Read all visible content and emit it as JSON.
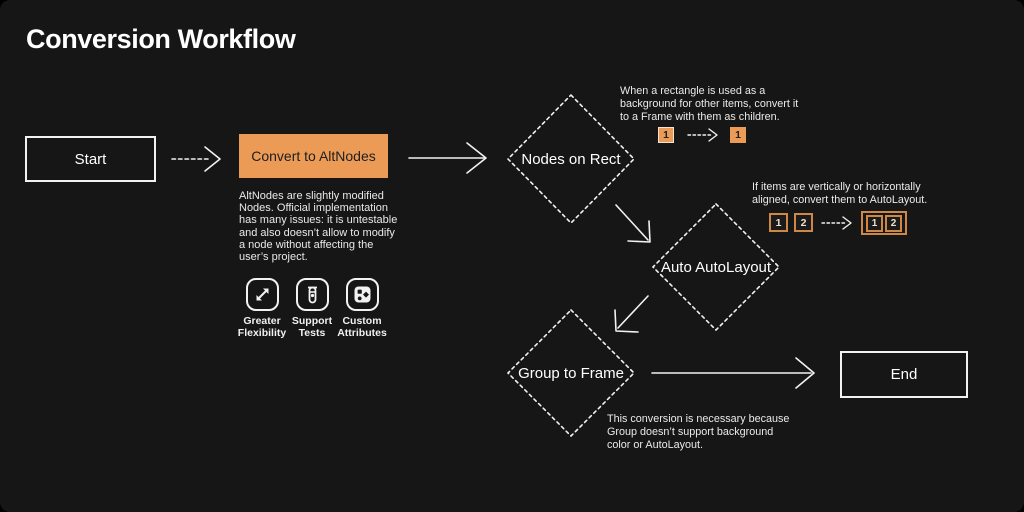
{
  "title": "Conversion Workflow",
  "colors": {
    "background": "#161616",
    "accent_orange": "#EC9B57",
    "line_white": "#F2F2F2",
    "dark_text": "#1E1E1E",
    "square_border_orange": "#CE8745"
  },
  "flow": {
    "start": {
      "label": "Start"
    },
    "convert": {
      "label": "Convert to AltNodes",
      "description": "AltNodes are slightly modified Nodes. Official implementation has many issues: it is untestable and also doesn’t allow to modify a node without affecting the user’s project.",
      "features": [
        {
          "icon": "expand-arrows-icon",
          "label": "Greater Flexibility"
        },
        {
          "icon": "test-tube-icon",
          "label": "Support Tests"
        },
        {
          "icon": "custom-attributes-icon",
          "label": "Custom Attributes"
        }
      ]
    },
    "nodes_on_rect": {
      "label": "Nodes on Rect",
      "note": "When a rectangle is used as a background for other items, convert it to a Frame with them as children.",
      "example": {
        "before": "1",
        "after": "1"
      }
    },
    "auto_autolayout": {
      "label": "Auto AutoLayout",
      "note": "If items are vertically or horizontally aligned, convert them to AutoLayout.",
      "example": {
        "before": [
          "1",
          "2"
        ],
        "after": [
          "1",
          "2"
        ]
      }
    },
    "group_to_frame": {
      "label": "Group to Frame",
      "note": "This conversion is necessary because Group doesn’t support background color or AutoLayout."
    },
    "end": {
      "label": "End"
    }
  }
}
